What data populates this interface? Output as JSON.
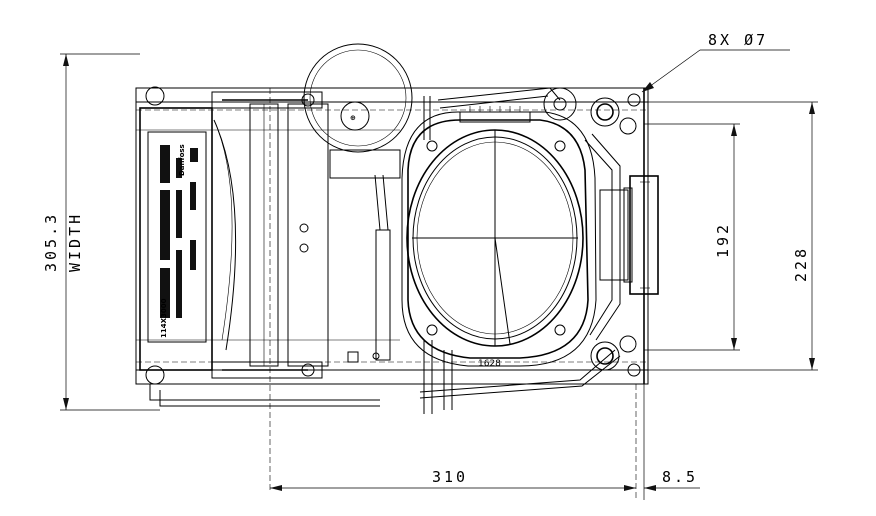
{
  "dimensions": {
    "width_value": "305.3",
    "width_label": "WIDTH",
    "bottom_long": "310",
    "bottom_short": "8.5",
    "right_inner": "192",
    "right_outer": "228",
    "hole_callout": "8X Ø7"
  },
  "part_marks": {
    "center_code": "1628",
    "label_code": "114X3000",
    "label_brand": "Danfoss"
  },
  "colors": {
    "line": "#000000",
    "background": "#ffffff"
  }
}
